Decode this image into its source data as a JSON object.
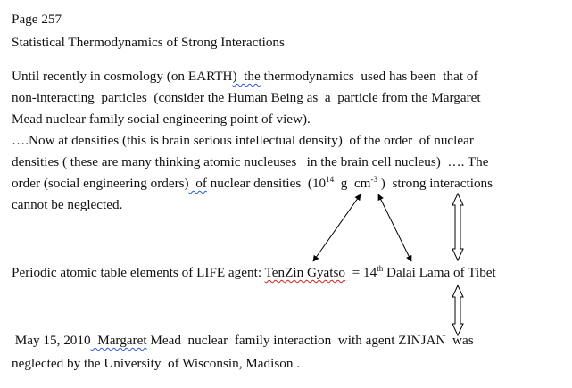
{
  "page_number": "Page 257",
  "title": "Statistical Thermodynamics of Strong Interactions",
  "paragraph1": {
    "l1_a": "Until recently in cosmology (on EARTH",
    "l1_b": ")  the",
    "l1_c": " thermodynamics  used has been  that of",
    "l2": "non-interacting  particles  (consider the Human Being as  a  particle from the Margaret",
    "l3": "Mead nuclear family social engineering point of view).",
    "l4": "….Now at densities (this is brain serious intellectual density)  of the order  of nuclear",
    "l5": "densities ( these are many thinking atomic nucleuses   in the brain cell nucleus)  …. The",
    "l6_a": "order (social engineering orders)",
    "l6_b": "  of",
    "l6_c": " nuclear densities  (10",
    "l6_exp1": "14",
    "l6_d": "  g  cm",
    "l6_exp2": "-3",
    "l6_e": " )  strong interactions",
    "l7": "cannot be neglected."
  },
  "periodic_line": {
    "prefix": "Periodic atomic table elements of LIFE agent: ",
    "name": "TenZin Gyatso",
    "equals": "  = 14",
    "ordinal": "th",
    "suffix": " Dalai Lama of Tibet"
  },
  "final_paragraph": {
    "l1_a": " May 15, 2010",
    "l1_b": "  Margaret",
    "l1_c": " Mead  nuclear  family interaction  with agent ZINJAN  was",
    "l2": "neglected by the University  of Wisconsin, Madison ."
  },
  "colors": {
    "text": "#111111",
    "spellcheck_red": "#d62020",
    "grammar_blue": "#2a5bd7",
    "arrow": "#000000"
  }
}
